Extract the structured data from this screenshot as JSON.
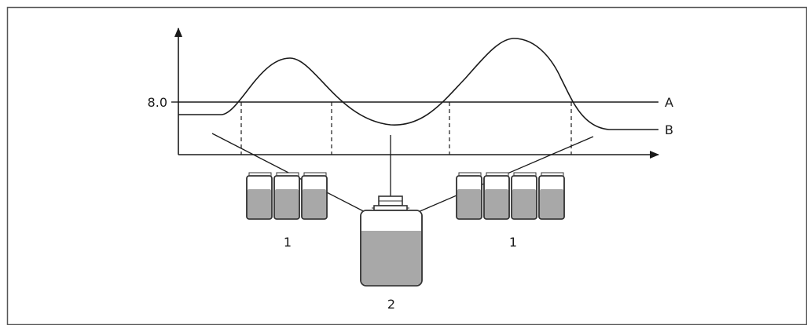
{
  "threshold_label": "8.0",
  "curve_labels": {
    "threshold_line": "A",
    "measured_curve": "B"
  },
  "callouts": {
    "sample_bottles_left": "1",
    "sample_bottles_right": "1",
    "composite_container": "2"
  },
  "colors": {
    "frame": "#555555",
    "line": "#1a1a1a",
    "liquid": "#a8a8a8",
    "bottle_edge": "#333333"
  }
}
